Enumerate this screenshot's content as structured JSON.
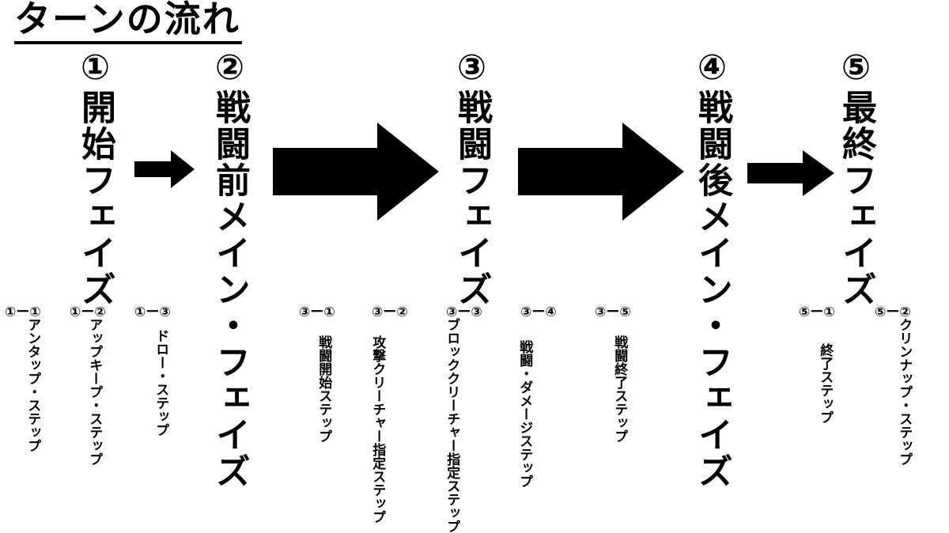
{
  "title": "ターンの流れ",
  "phases": [
    {
      "label": "①開始フェイズ"
    },
    {
      "label": "②戦闘前メイン・フェイズ"
    },
    {
      "label": "③戦闘フェイズ"
    },
    {
      "label": "④戦闘後メイン・フェイズ"
    },
    {
      "label": "⑤最終フェイズ"
    }
  ],
  "steps": [
    {
      "num": "①ー①",
      "label": "アンタップ・ステップ"
    },
    {
      "num": "①ー②",
      "label": "アップキープ・ステップ"
    },
    {
      "num": "①ー③",
      "label": "ドロー・ステップ"
    },
    {
      "num": "③ー①",
      "label": "戦闘開始ステップ"
    },
    {
      "num": "③ー②",
      "label": "攻撃クリーチャー指定ステップ"
    },
    {
      "num": "③ー③",
      "label": "ブロッククリーチャー指定ステップ"
    },
    {
      "num": "③ー④",
      "label": "戦闘・ダメージステップ"
    },
    {
      "num": "③ー⑤",
      "label": "戦闘終了ステップ"
    },
    {
      "num": "⑤ー①",
      "label": "終了ステップ"
    },
    {
      "num": "⑤ー②",
      "label": "クリンナップ・ステップ"
    }
  ],
  "colors": {
    "ink": "#000000",
    "background": "#ffffff"
  }
}
